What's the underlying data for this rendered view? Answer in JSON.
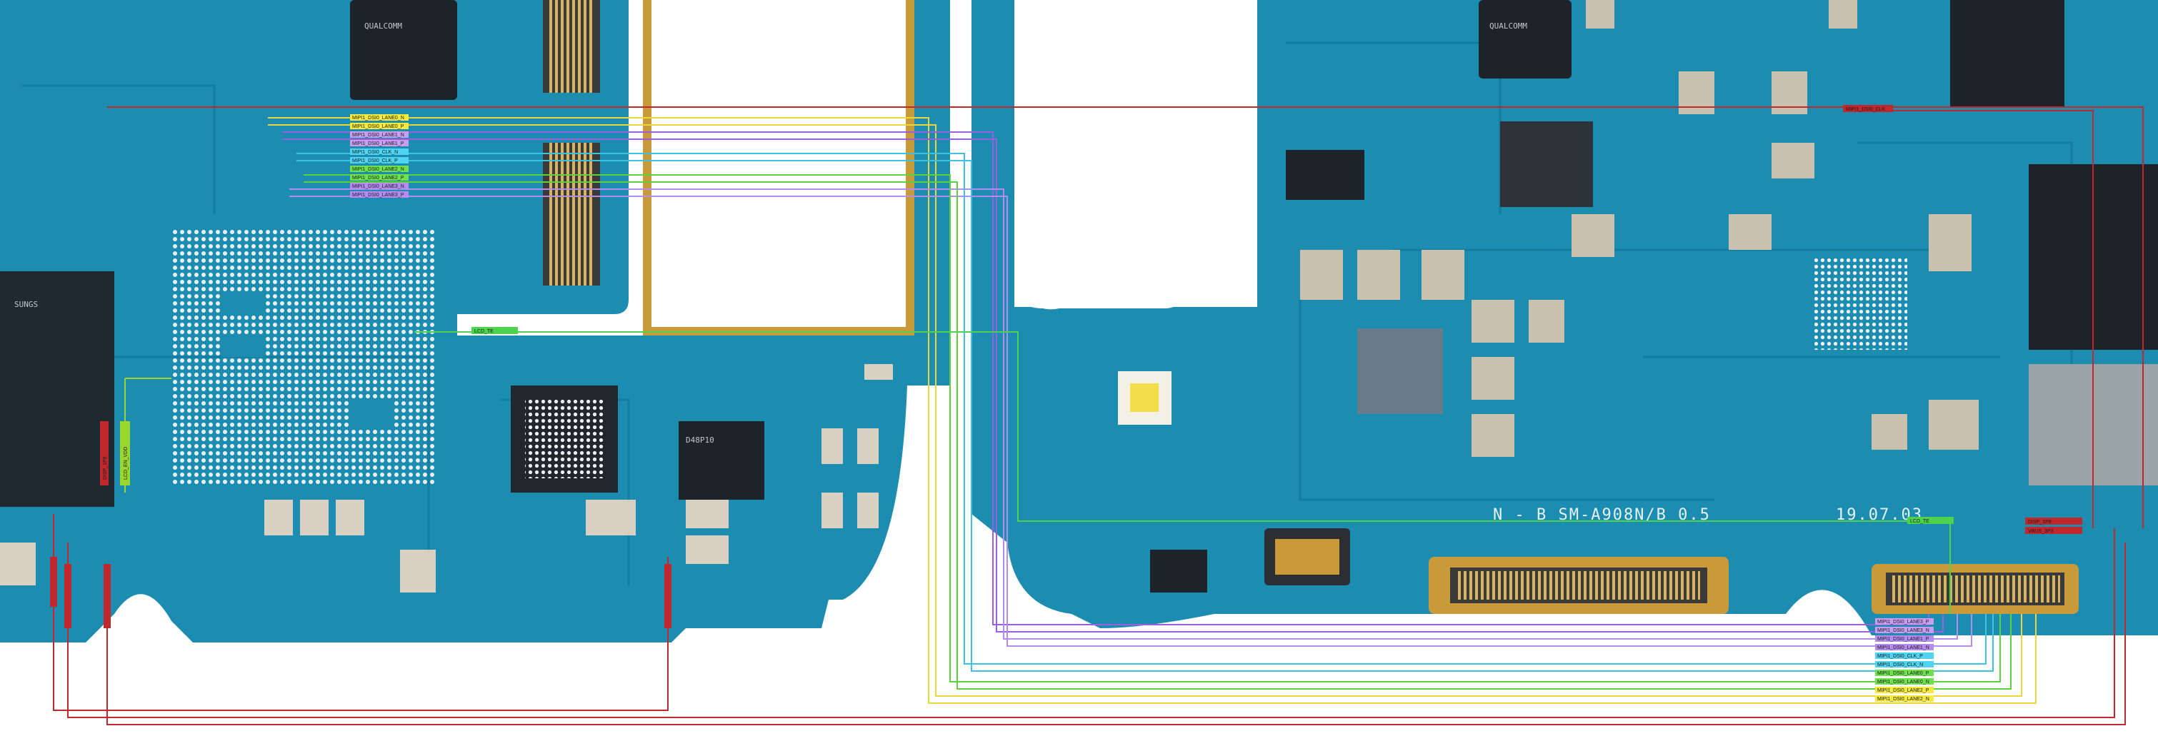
{
  "board": {
    "model_silkscreen": "N - B  SM-A908N/B 0.5",
    "date_silkscreen": "19.07.03",
    "ic_marks": {
      "ic_top_left": "QUALCOMM",
      "ic_top_mid": "QUALCOMM",
      "ic_nand_left": "SUNGS",
      "ic_bottom_mid": "D48P10"
    }
  },
  "left_labels": [
    {
      "text": "MIPI1_DSI0_LANE0_N",
      "color": "#f6ea3c"
    },
    {
      "text": "MIPI1_DSI0_LANE0_P",
      "color": "#f6ea3c"
    },
    {
      "text": "MIPI1_DSI0_LANE1_N",
      "color": "#c79ef0"
    },
    {
      "text": "MIPI1_DSI0_LANE1_P",
      "color": "#c79ef0"
    },
    {
      "text": "MIPI1_DSI0_CLK_N",
      "color": "#4ed3f0"
    },
    {
      "text": "MIPI1_DSI0_CLK_P",
      "color": "#4ed3f0"
    },
    {
      "text": "MIPI1_DSI0_LANE2_N",
      "color": "#6fe04e"
    },
    {
      "text": "MIPI1_DSI0_LANE2_P",
      "color": "#6fe04e"
    },
    {
      "text": "MIPI1_DSI0_LANE3_N",
      "color": "#b48cf0"
    },
    {
      "text": "MIPI1_DSI0_LANE3_P",
      "color": "#b48cf0"
    }
  ],
  "right_labels": [
    {
      "text": "MIPI1_DSI0_LANE3_P",
      "color": "#c79ef0"
    },
    {
      "text": "MIPI1_DSI0_LANE3_N",
      "color": "#c79ef0"
    },
    {
      "text": "MIPI1_DSI0_LANE1_P",
      "color": "#b48cf0"
    },
    {
      "text": "MIPI1_DSI0_LANE1_N",
      "color": "#b48cf0"
    },
    {
      "text": "MIPI1_DSI0_CLK_P",
      "color": "#4ed3f0"
    },
    {
      "text": "MIPI1_DSI0_CLK_N",
      "color": "#4ed3f0"
    },
    {
      "text": "MIPI1_DSI0_LANE0_P",
      "color": "#6fe04e"
    },
    {
      "text": "MIPI1_DSI0_LANE0_N",
      "color": "#6fe04e"
    },
    {
      "text": "MIPI1_DSI0_LANE2_P",
      "color": "#f6ea3c"
    },
    {
      "text": "MIPI1_DSI0_LANE2_N",
      "color": "#f6ea3c"
    }
  ],
  "misc_labels": {
    "lcd_te_left": "LCD_TE",
    "lcd_te_right": "LCD_TE",
    "vdd_label": "DISP_1P8",
    "top_right_red": "MIPI1_DSI0_CLK",
    "red_box_1": "DISP_1P8",
    "red_box_2": "VBUS_3P3",
    "side_label": "LCD_EN_VDD"
  },
  "colors": {
    "board_blue": "#1c8db0",
    "board_dark": "#0f6f8f",
    "trace_red": "#c0282d",
    "trace_yellow": "#e8d63a",
    "trace_purple": "#9a5ee0",
    "trace_cyan": "#3bc3e6",
    "trace_green": "#5cd23e",
    "connector_gold": "#c99a3a"
  }
}
